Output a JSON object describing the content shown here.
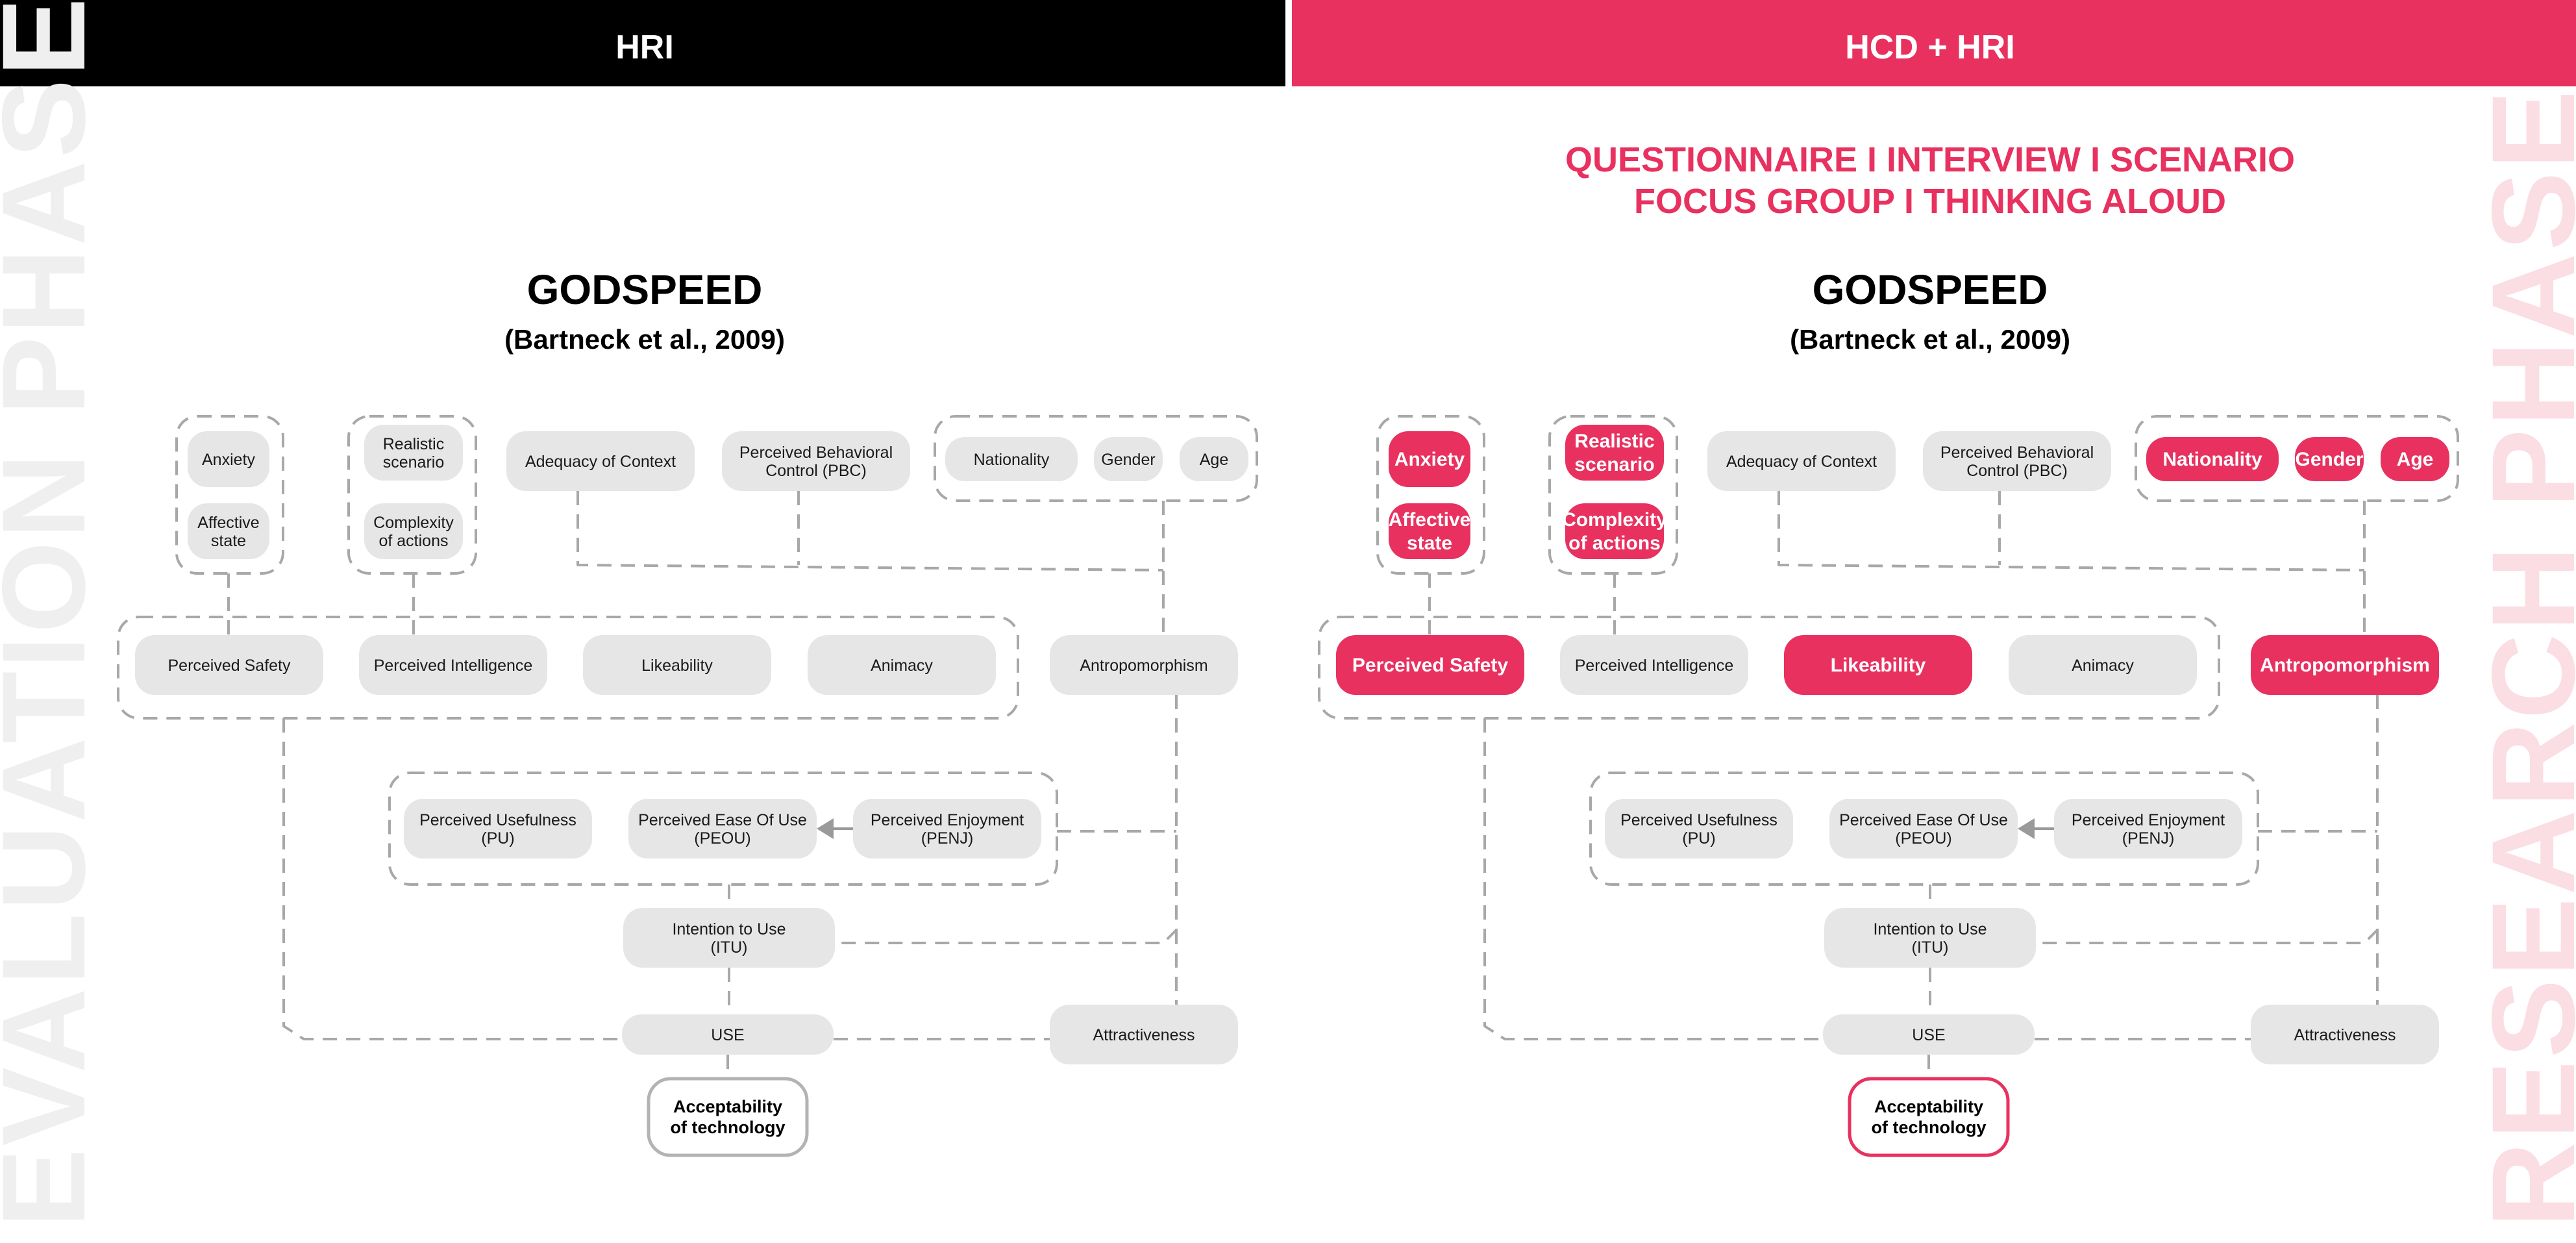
{
  "colors": {
    "accent": "#e8315f",
    "left_header_bg": "#000000",
    "node_fill": "#e6e6e6",
    "dashed_line": "#a8a8a8",
    "phase_left": "#efefef",
    "phase_right": "#fbdde4"
  },
  "left_panel": {
    "header": "HRI",
    "title": "GODSPEED",
    "citation": "(Bartneck et al., 2009)",
    "phase_label": "EVALUATION PHASE"
  },
  "right_panel": {
    "header": "HCD + HRI",
    "methods_line1": "QUESTIONNAIRE I INTERVIEW I SCENARIO",
    "methods_line2": "FOCUS GROUP I THINKING ALOUD",
    "title": "GODSPEED",
    "citation": "(Bartneck et al., 2009)",
    "phase_label": "RESEARCH PHASE",
    "highlighted_nodes": [
      "anxiety",
      "affective",
      "realistic",
      "complexity",
      "nationality",
      "gender",
      "age",
      "safety",
      "likeability",
      "antropo"
    ]
  },
  "nodes": {
    "anxiety": [
      "Anxiety"
    ],
    "affective": [
      "Affective",
      "state"
    ],
    "realistic": [
      "Realistic",
      "scenario"
    ],
    "complexity": [
      "Complexity",
      "of actions"
    ],
    "adequacy": [
      "Adequacy of Context"
    ],
    "pbc": [
      "Perceived Behavioral",
      "Control (PBC)"
    ],
    "nationality": [
      "Nationality"
    ],
    "gender": [
      "Gender"
    ],
    "age": [
      "Age"
    ],
    "safety": [
      "Perceived Safety"
    ],
    "intelligence": [
      "Perceived Intelligence"
    ],
    "likeability": [
      "Likeability"
    ],
    "animacy": [
      "Animacy"
    ],
    "antropo": [
      "Antropomorphism"
    ],
    "pu": [
      "Perceived Usefulness",
      "(PU)"
    ],
    "peou": [
      "Perceived Ease Of Use",
      "(PEOU)"
    ],
    "penj": [
      "Perceived Enjoyment",
      "(PENJ)"
    ],
    "itu": [
      "Intention to Use",
      "(ITU)"
    ],
    "use": [
      "USE"
    ],
    "attract": [
      "Attractiveness"
    ],
    "accept": [
      "Acceptability",
      "of technology"
    ]
  }
}
